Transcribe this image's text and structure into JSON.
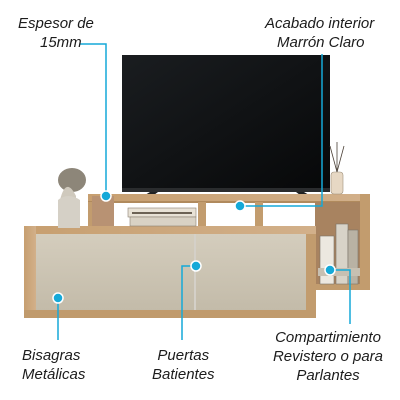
{
  "callouts": {
    "espesor": {
      "line1": "Espesor de",
      "line2": "15mm"
    },
    "acabado": {
      "line1": "Acabado interior",
      "line2": "Marrón Claro"
    },
    "bisagras": {
      "line1": "Bisagras",
      "line2": "Metálicas"
    },
    "puertas": {
      "line1": "Puertas",
      "line2": "Batientes"
    },
    "compartimiento": {
      "line1": "Compartimiento",
      "line2": "Revistero o para",
      "line3": "Parlantes"
    }
  },
  "colors": {
    "callout_accent": "#15a9d8",
    "wood": "#c9a57a",
    "door": "#cdc5b4",
    "tv_screen": "#0e1012"
  }
}
